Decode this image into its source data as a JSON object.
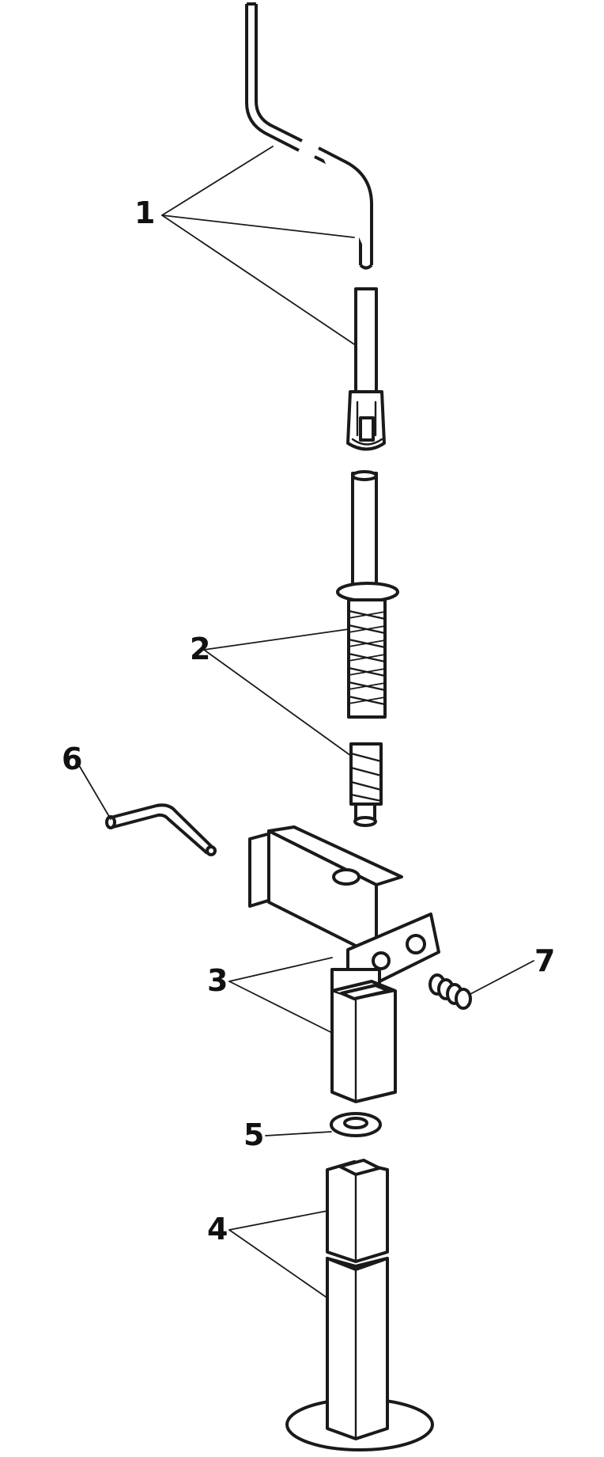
{
  "callouts": [
    {
      "id": "1",
      "text": "1"
    },
    {
      "id": "2",
      "text": "2"
    },
    {
      "id": "3",
      "text": "3"
    },
    {
      "id": "4",
      "text": "4"
    },
    {
      "id": "5",
      "text": "5"
    },
    {
      "id": "6",
      "text": "6"
    },
    {
      "id": "7",
      "text": "7"
    }
  ],
  "colors": {
    "ink": "#1a1a1a",
    "background": "#ffffff"
  }
}
